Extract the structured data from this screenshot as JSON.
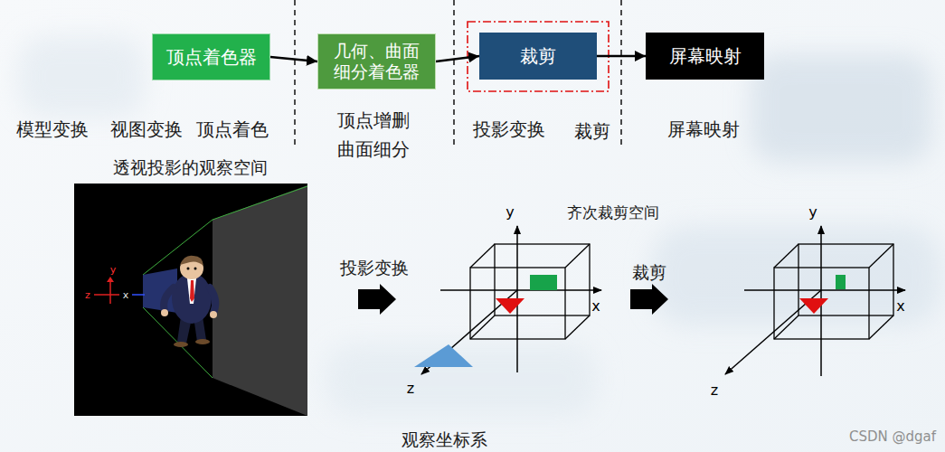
{
  "diagram": {
    "nodes": [
      {
        "text": [
          "顶点着色器"
        ]
      },
      {
        "text": [
          "几何、曲面 细分着色器"
        ]
      },
      {
        "text": [
          "裁剪"
        ]
      },
      {
        "text": [
          "屏幕映射"
        ]
      }
    ],
    "edges": [
      {
        "from": 0,
        "to": 1,
        "arrow": "to"
      },
      {
        "from": 1,
        "to": 2,
        "arrow": "to"
      },
      {
        "from": 2,
        "to": 3,
        "arrow": "to"
      }
    ],
    "labels": [
      "模型变换",
      "视图变换",
      "顶点着色",
      "顶点增删",
      "曲面细分",
      "投影变换",
      "裁剪",
      "屏幕映射",
      "透视投影的观察空间",
      "齐次裁剪空间",
      "y",
      "y",
      "y",
      "投影变换",
      "裁剪",
      "z",
      "x",
      "x",
      "x",
      "z",
      "z",
      "观察坐标系",
      "CSDN @dgaf"
    ]
  }
}
